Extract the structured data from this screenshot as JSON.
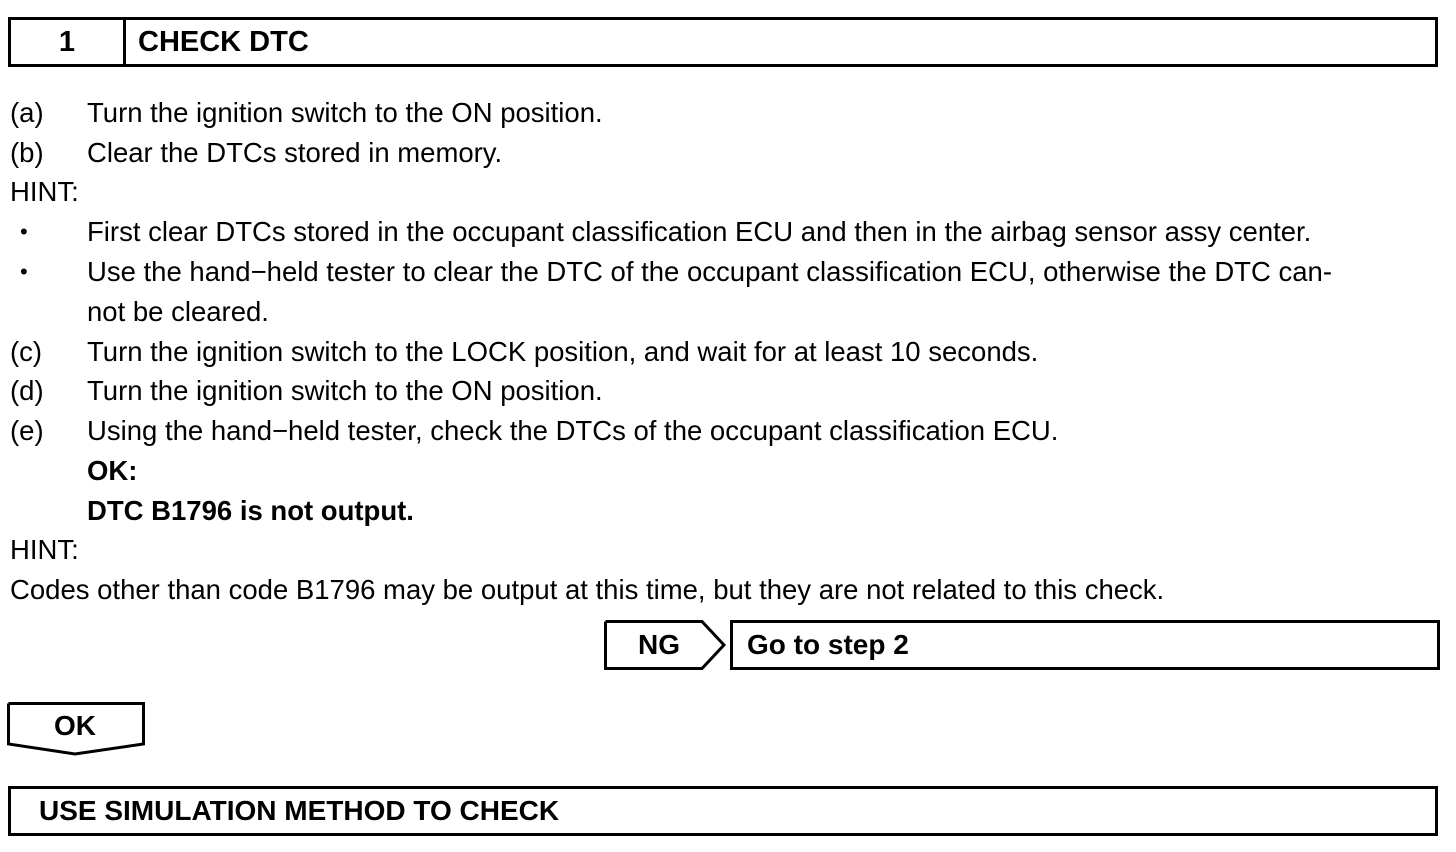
{
  "step": {
    "number": "1",
    "title": "CHECK DTC"
  },
  "lines": {
    "a_marker": "(a)",
    "a_text": "Turn the ignition switch to the ON position.",
    "b_marker": "(b)",
    "b_text": "Clear the DTCs stored in memory.",
    "hint1": "HINT:",
    "bullet_char": "•",
    "bullet1": "First clear DTCs stored in the occupant classification ECU and then in the airbag sensor assy center.",
    "bullet2_line1": "Use the hand−held tester to clear the DTC of the occupant classification ECU, otherwise the DTC can-",
    "bullet2_line2": "not be cleared.",
    "c_marker": "(c)",
    "c_text": "Turn the ignition switch to the LOCK position, and wait for at least 10 seconds.",
    "d_marker": "(d)",
    "d_text": "Turn the ignition switch to the ON position.",
    "e_marker": "(e)",
    "e_text": "Using the hand−held tester, check the DTCs of the occupant classification ECU.",
    "ok_label": "OK:",
    "ok_result": "DTC B1796 is not output.",
    "hint2": "HINT:",
    "hint2_text": "Codes other than code B1796 may be output at this time, but they are not related to this check."
  },
  "branches": {
    "ng_label": "NG",
    "ng_target": "Go to step 2",
    "ok_label": "OK",
    "next_step": "USE SIMULATION METHOD TO CHECK"
  }
}
